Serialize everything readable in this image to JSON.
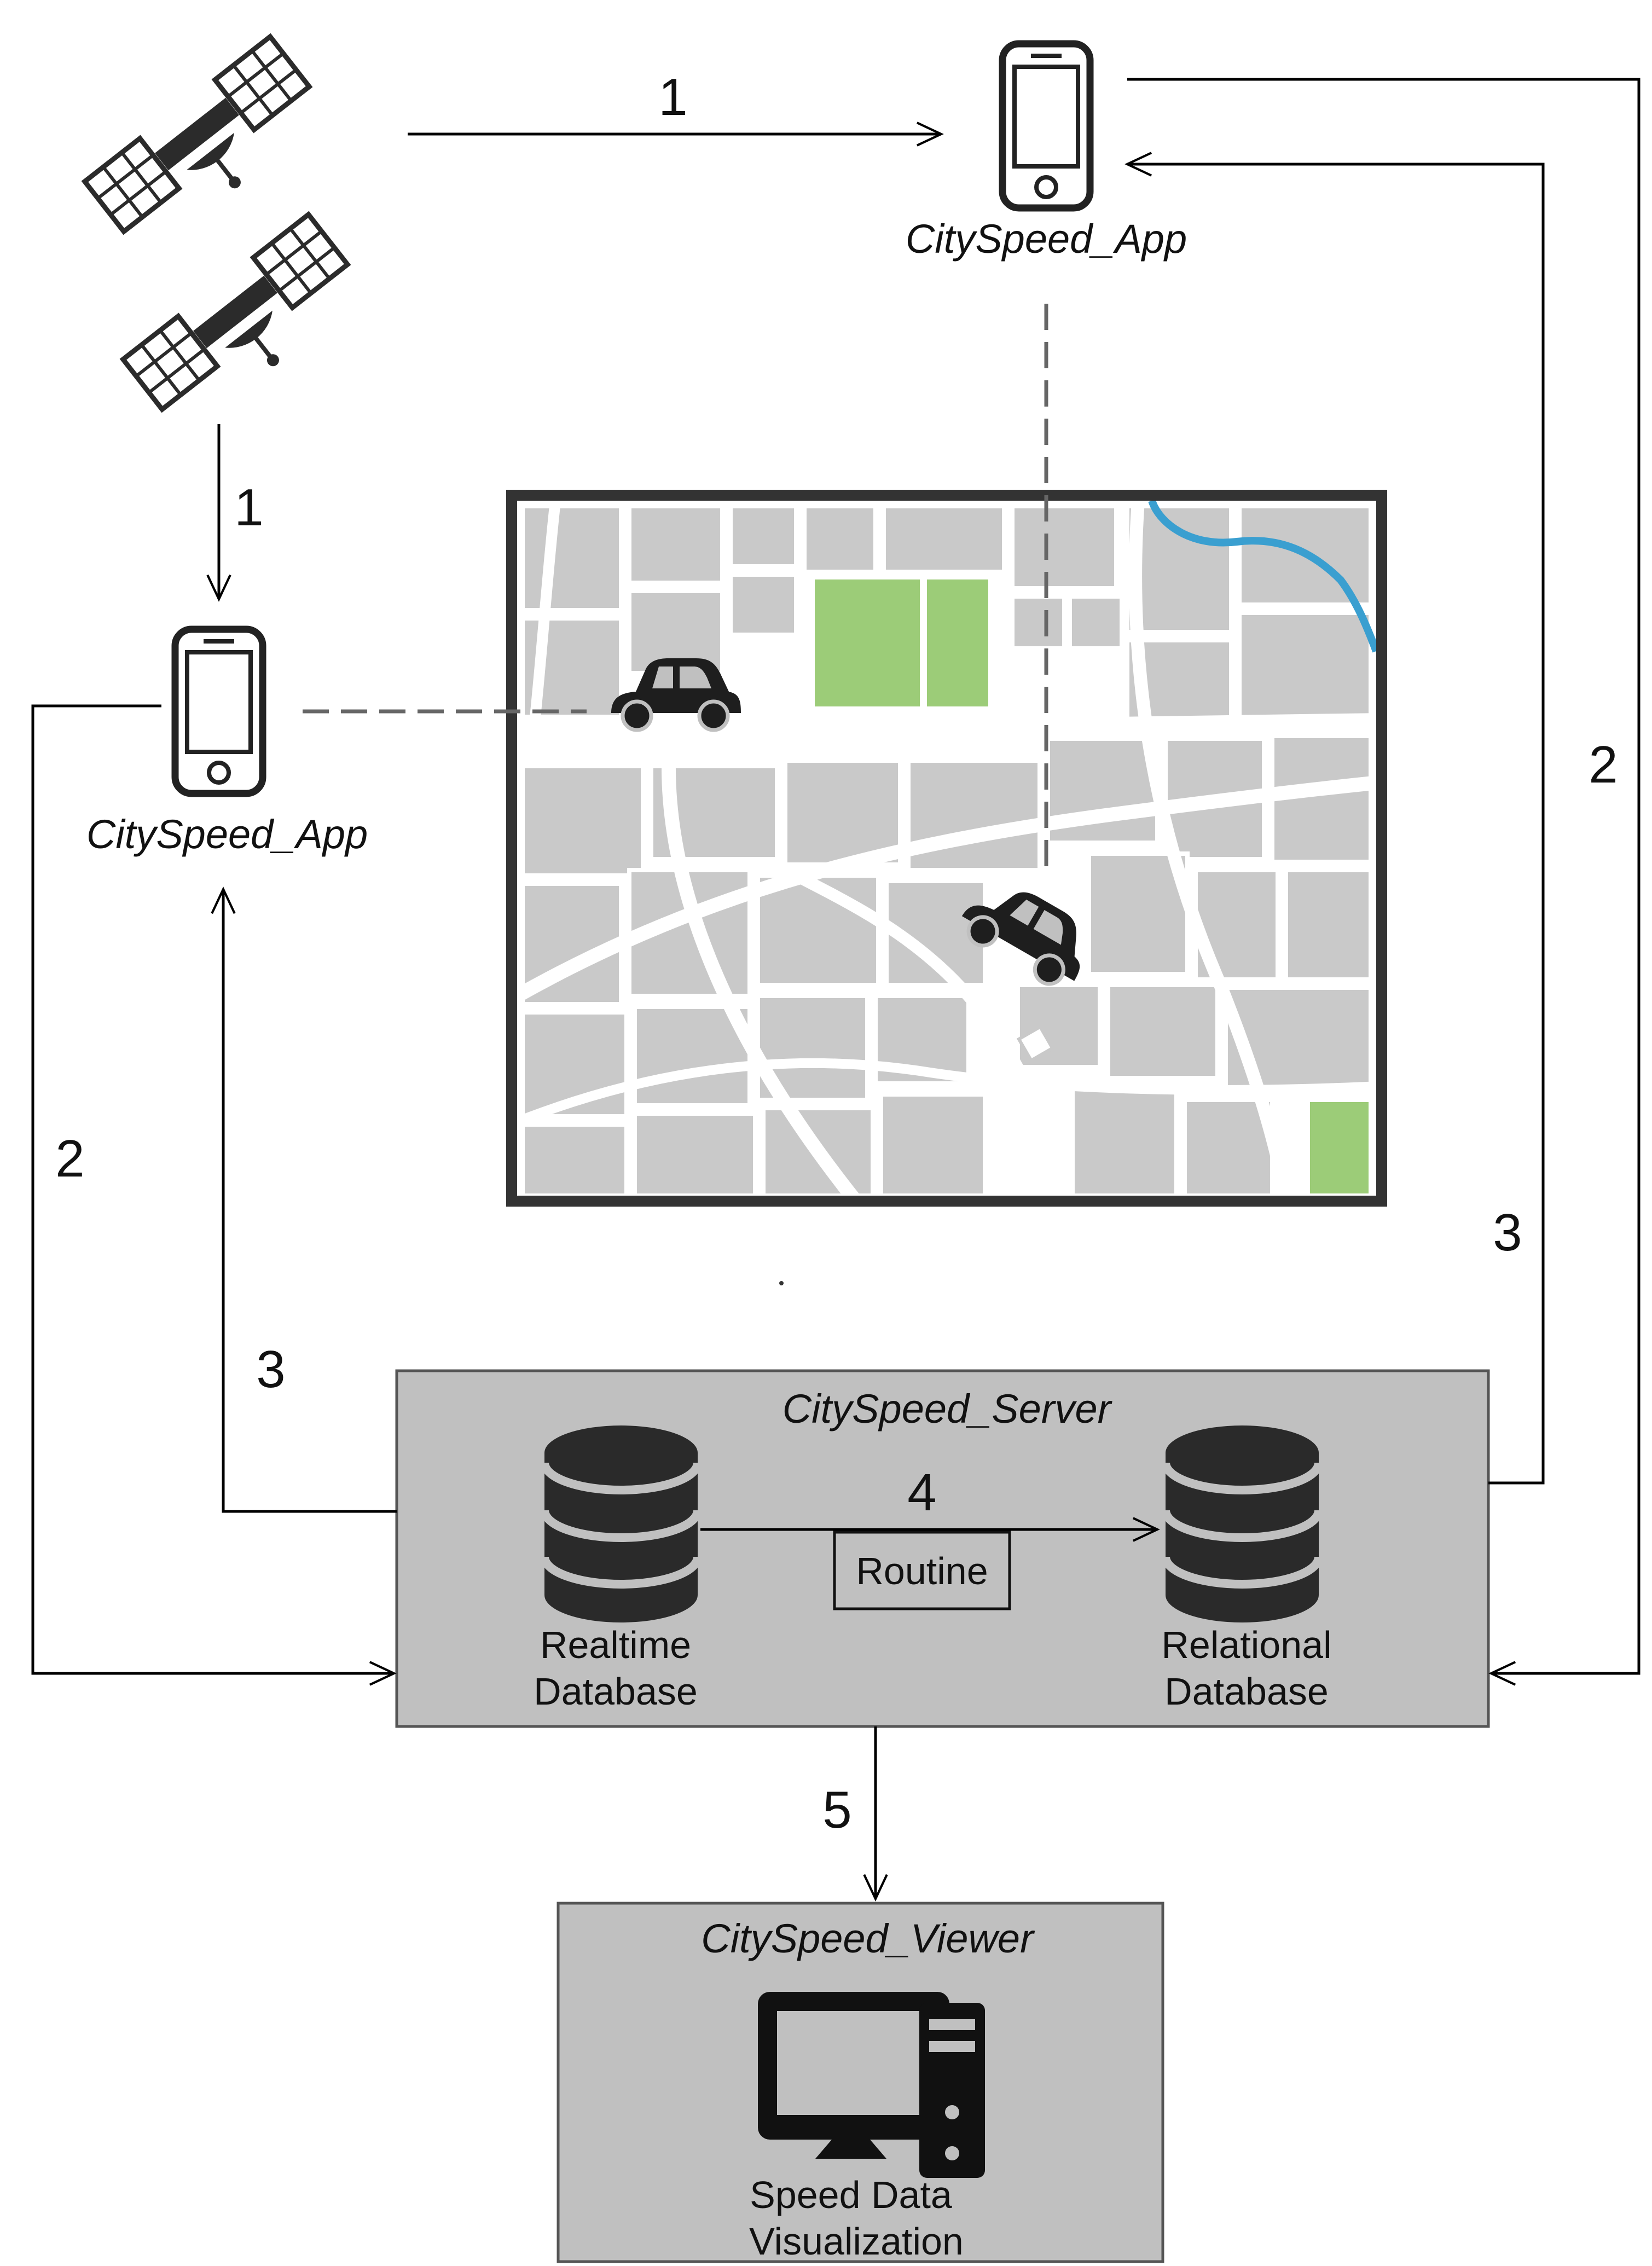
{
  "nodes": {
    "app_top": {
      "label": "CitySpeed_App"
    },
    "app_left": {
      "label": "CitySpeed_App"
    },
    "server": {
      "label": "CitySpeed_Server",
      "realtime_db": {
        "line1": "Realtime",
        "line2": "Database"
      },
      "relational_db": {
        "line1": "Relational",
        "line2": "Database"
      },
      "routine": "Routine"
    },
    "viewer": {
      "label": "CitySpeed_Viewer",
      "caption_line1": "Speed Data",
      "caption_line2": "Visualization"
    }
  },
  "edges": {
    "sat_to_app_top": "1",
    "sat_to_app_left": "1",
    "app_top_to_server": "2",
    "app_left_to_server": "2",
    "server_to_app_top": "3",
    "server_to_app_left": "3",
    "realtime_to_relational": "4",
    "server_to_viewer": "5"
  },
  "icons": [
    "satellite-icon",
    "smartphone-icon",
    "car-icon",
    "database-icon",
    "desktop-computer-icon",
    "city-map"
  ],
  "colors": {
    "box_fill": "#c0c0c0",
    "map_frame": "#333333",
    "map_road": "#ffffff",
    "map_block": "#c9c9c9",
    "map_park": "#9ccc78",
    "map_river": "#3a9fd0"
  }
}
